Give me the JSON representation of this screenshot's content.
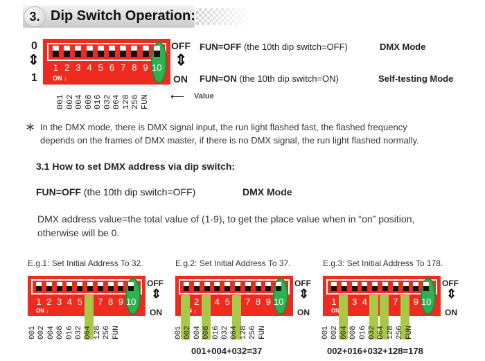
{
  "section": {
    "number": "3.",
    "title": "Dip Switch Operation:"
  },
  "main_switch": {
    "left_top": "0",
    "left_bottom": "1",
    "right_top": "OFF",
    "right_bottom": "ON",
    "numbers": [
      "1",
      "2",
      "3",
      "4",
      "5",
      "6",
      "7",
      "8",
      "9",
      "10"
    ],
    "on_label": "ON",
    "values": [
      "001",
      "002",
      "004",
      "008",
      "016",
      "032",
      "064",
      "128",
      "256",
      "FUN"
    ],
    "value_label": "Value"
  },
  "fun_off": {
    "lead": "FUN=OFF",
    "desc": "(the 10th dip switch=OFF)",
    "mode": "DMX Mode"
  },
  "fun_on": {
    "lead": "FUN=ON",
    "desc": "(the 10th dip switch=ON)",
    "mode": "Self-testing Mode"
  },
  "note": {
    "line1": "In the DMX mode, there is DMX signal input, the run light flashed fast, the flashed frequency",
    "line2": "depends on the frames of DMX master, if there is no DMX signal, the run light flashed normally."
  },
  "subsection": "3.1  How to set DMX address via dip switch:",
  "fun_off2": {
    "lead": "FUN=OFF",
    "desc": "(the 10th dip switch=OFF)",
    "mode": "DMX Mode"
  },
  "dmx_desc": {
    "line1": "DMX address value=the total value of (1-9), to get the place value when in “on” position,",
    "line2": "otherwise will be 0."
  },
  "examples": [
    {
      "title": "E.g.1: Set Initial Address To 32.",
      "on": [
        6
      ],
      "formula": ""
    },
    {
      "title": "E.g.2: Set Initial Address To 37.",
      "on": [
        1,
        3,
        6
      ],
      "formula": "001+004+032=37"
    },
    {
      "title": "E.g.3: Set Initial Address To 178.",
      "on": [
        2,
        5,
        6,
        8
      ],
      "formula": "002+016+032+128=178"
    }
  ],
  "example_off": "OFF",
  "example_on": "ON",
  "colors": {
    "dip_red": "#ef2b1f",
    "highlight_green": "#a9c84a",
    "fun_green": "#2eb24f"
  }
}
